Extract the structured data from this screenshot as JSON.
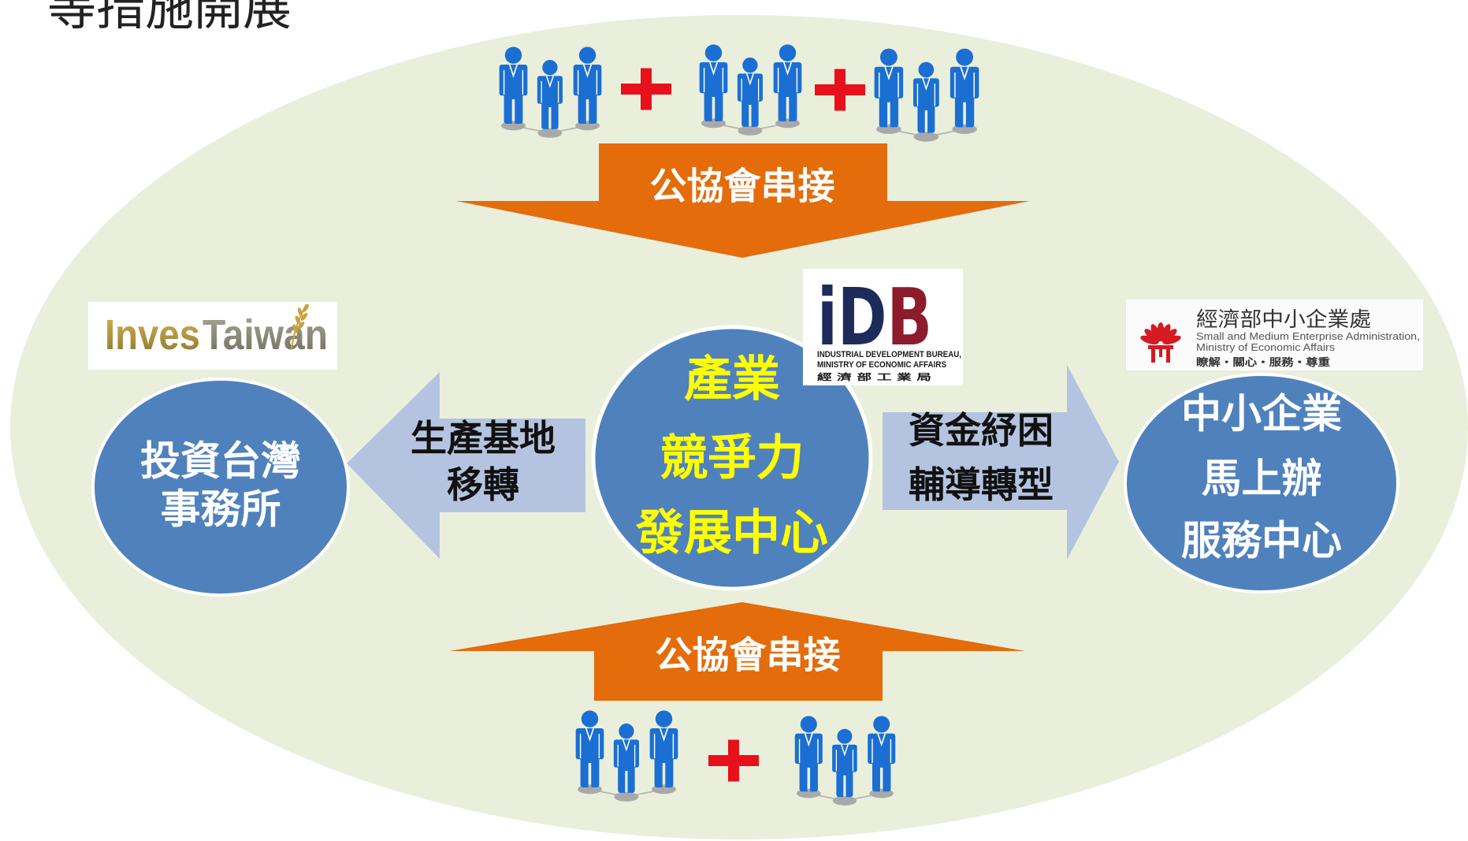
{
  "heading": "等措施開展",
  "colors": {
    "background_ellipse": "#eaefdc",
    "node_fill": "#4f81bd",
    "center_text": "#ffff00",
    "orange_arrow": "#e46c0a",
    "side_arrow": "#b4c4e0",
    "people_icon": "#1b6fd2",
    "plus_icon": "#e8101a",
    "shadow": "#a9a9a9",
    "idb_navy": "#1d2b5b",
    "idb_maroon": "#8c1c2c",
    "sme_red": "#d51a21"
  },
  "icons": {
    "people": "people-group-icon",
    "plus": "plus-icon",
    "person": "person-icon"
  },
  "top_inflow": {
    "arrow_label": "公協會串接"
  },
  "bottom_inflow": {
    "arrow_label": "公協會串接"
  },
  "center_node": {
    "lines": [
      "產業",
      "競爭力",
      "發展中心"
    ],
    "logo": {
      "mark_left": "iD",
      "mark_right": "B",
      "en_line1": "INDUSTRIAL DEVELOPMENT BUREAU,",
      "en_line2": "MINISTRY OF ECONOMIC AFFAIRS",
      "zh_line": "經 濟 部 工 業 局"
    }
  },
  "left_node": {
    "lines": [
      "投資台灣",
      "事務所"
    ],
    "arrow_lines": [
      "生產基地",
      "移轉"
    ],
    "logo": {
      "part1": "Inves",
      "part2": "Taiwan"
    }
  },
  "right_node": {
    "lines": [
      "中小企業",
      "馬上辦",
      "服務中心"
    ],
    "arrow_lines": [
      "資金紓困",
      "輔導轉型"
    ],
    "logo": {
      "zh_name": "經濟部中小企業處",
      "en_line1": "Small and Medium Enterprise Administration,",
      "en_line2": "Ministry of Economic Affairs",
      "motto": "瞭解・關心・服務・尊重"
    }
  }
}
